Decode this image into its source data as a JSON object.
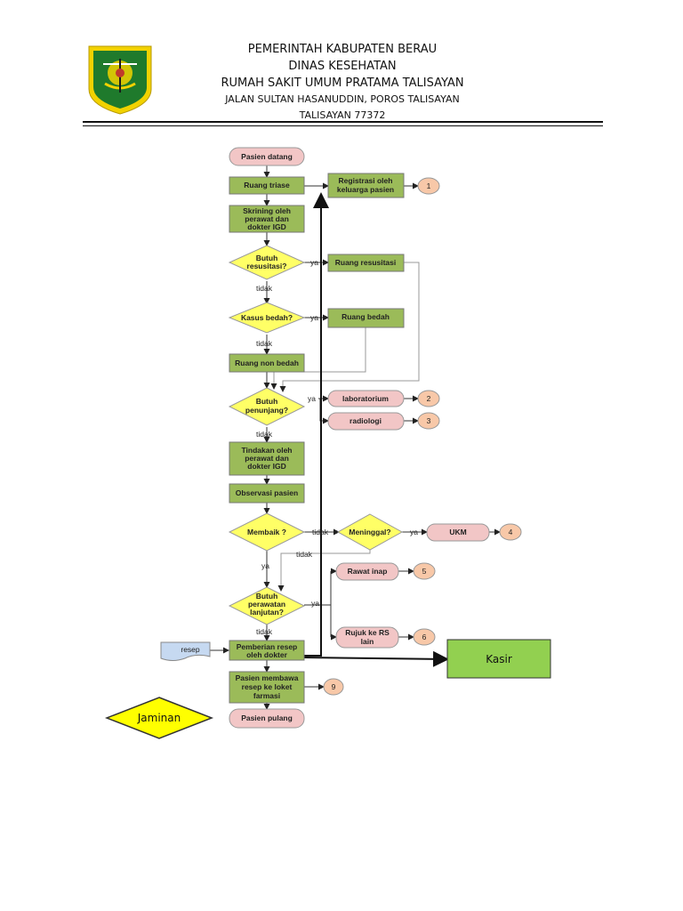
{
  "header": {
    "line1": "PEMERINTAH KABUPATEN BERAU",
    "line2": "DINAS KESEHATAN",
    "line3": "RUMAH SAKIT UMUM PRATAMA TALISAYAN",
    "line4": "JALAN SULTAN HASANUDDIN, POROS TALISAYAN",
    "line5": "TALISAYAN 77372"
  },
  "nodes": {
    "pasien_datang": "Pasien datang",
    "ruang_triase": "Ruang triase",
    "registrasi": [
      "Registrasi oleh",
      "keluarga pasien"
    ],
    "skrining": [
      "Skrining oleh",
      "perawat dan",
      "dokter IGD"
    ],
    "butuh_resusitasi": [
      "Butuh",
      "resusitasi?"
    ],
    "ruang_resusitasi": "Ruang resusitasi",
    "kasus_bedah": "Kasus bedah?",
    "ruang_bedah": "Ruang bedah",
    "ruang_non_bedah": "Ruang non bedah",
    "butuh_penunjang": [
      "Butuh",
      "penunjang?"
    ],
    "laboratorium": "laboratorium",
    "radiologi": "radiologi",
    "tindakan": [
      "Tindakan oleh",
      "perawat dan",
      "dokter IGD"
    ],
    "observasi": "Observasi pasien",
    "membaik": "Membaik ?",
    "meninggal": "Meninggal?",
    "ukm": "UKM",
    "rawat_inap": "Rawat inap",
    "butuh_perawatan": [
      "Butuh",
      "perawatan",
      "lanjutan?"
    ],
    "rujuk": [
      "Rujuk ke RS",
      "lain"
    ],
    "resep": "resep",
    "pemberian_resep": [
      "Pemberian resep",
      "oleh dokter"
    ],
    "kasir": "Kasir",
    "membawa_resep": [
      "Pasien membawa",
      "resep ke loket",
      "farmasi"
    ],
    "jaminan": "Jaminan",
    "pasien_pulang": "Pasien pulang"
  },
  "edge_labels": {
    "ya": "ya",
    "tidak": "tidak"
  },
  "step_numbers": [
    "1",
    "2",
    "3",
    "4",
    "5",
    "6",
    "9"
  ],
  "colors": {
    "process_green": "#9BBB59",
    "terminal_pink": "#F2C6C6",
    "decision_yellow": "#FFFF66",
    "connector_peach": "#F8C8A8",
    "kasir_green": "#92D050",
    "jaminan_yellow": "#FFFF00",
    "document_blue": "#C6D9F1"
  }
}
